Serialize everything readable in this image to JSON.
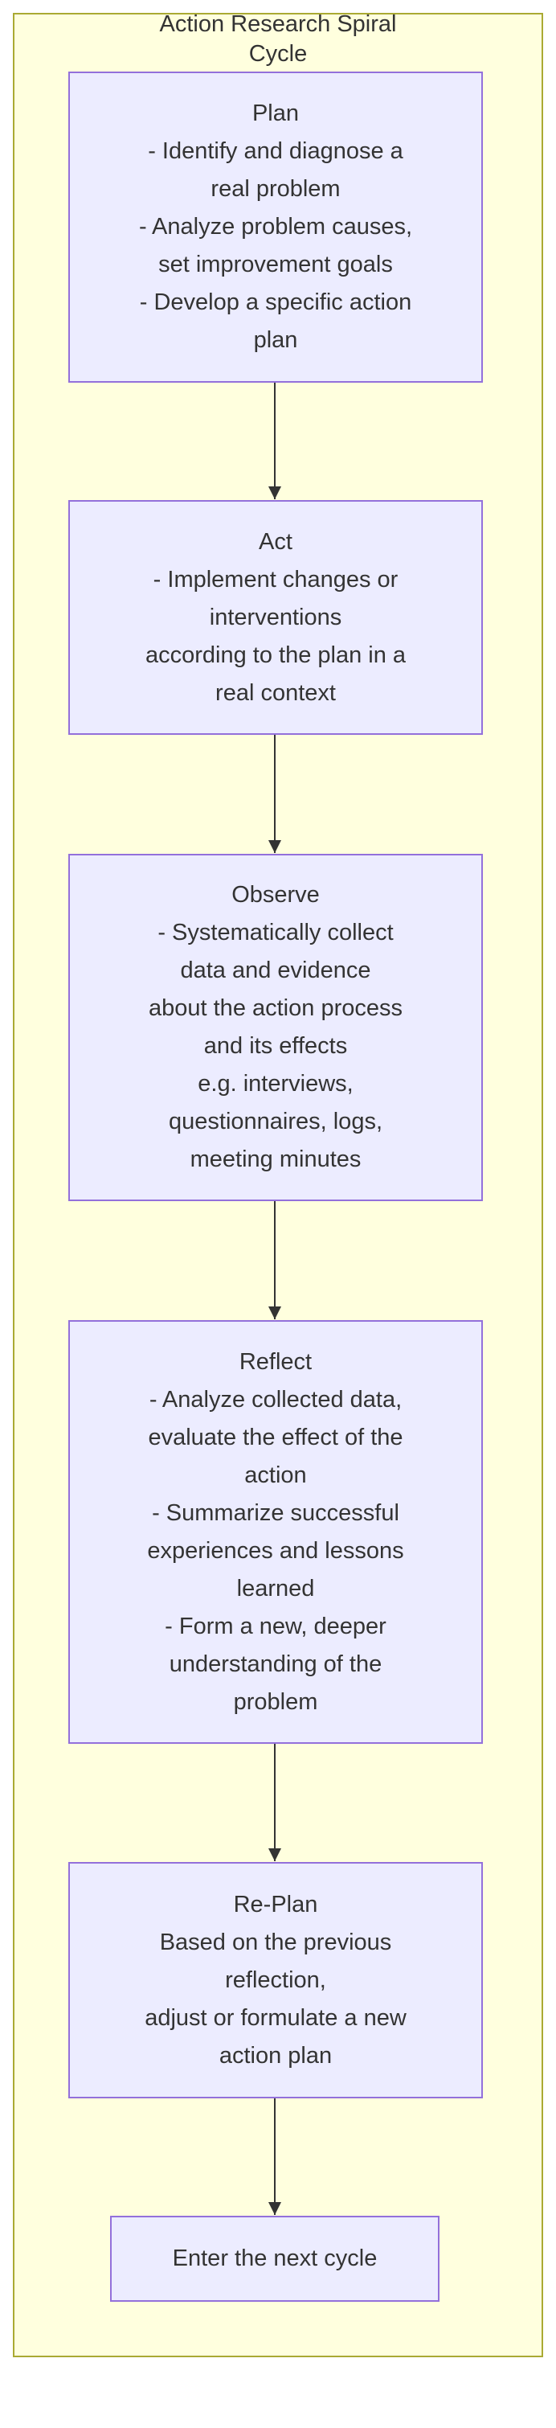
{
  "cluster": {
    "title_lines": [
      "Action Research Spiral",
      "Cycle"
    ]
  },
  "colors": {
    "cluster_fill": "#ffffde",
    "cluster_stroke": "#aaaa33",
    "node_fill": "#ececff",
    "node_stroke": "#9370db",
    "text": "#333333"
  },
  "nodes": {
    "plan": [
      "Plan",
      "- Identify and diagnose a",
      "real problem",
      "- Analyze problem causes,",
      "set improvement goals",
      "- Develop a specific action",
      "plan"
    ],
    "act": [
      "Act",
      "- Implement changes or",
      "interventions",
      "according to the plan in a",
      "real context"
    ],
    "observe": [
      "Observe",
      "- Systematically collect",
      "data and evidence",
      "about the action process",
      "and its effects",
      "e.g. interviews,",
      "questionnaires, logs,",
      "meeting minutes"
    ],
    "reflect": [
      "Reflect",
      "- Analyze collected data,",
      "evaluate the effect of the",
      "action",
      "- Summarize successful",
      "experiences and lessons",
      "learned",
      "- Form a new, deeper",
      "understanding of the",
      "problem"
    ],
    "replan": [
      "Re-Plan",
      "Based on the previous",
      "reflection,",
      "adjust or formulate a new",
      "action plan"
    ],
    "next": [
      "Enter the next cycle"
    ]
  }
}
